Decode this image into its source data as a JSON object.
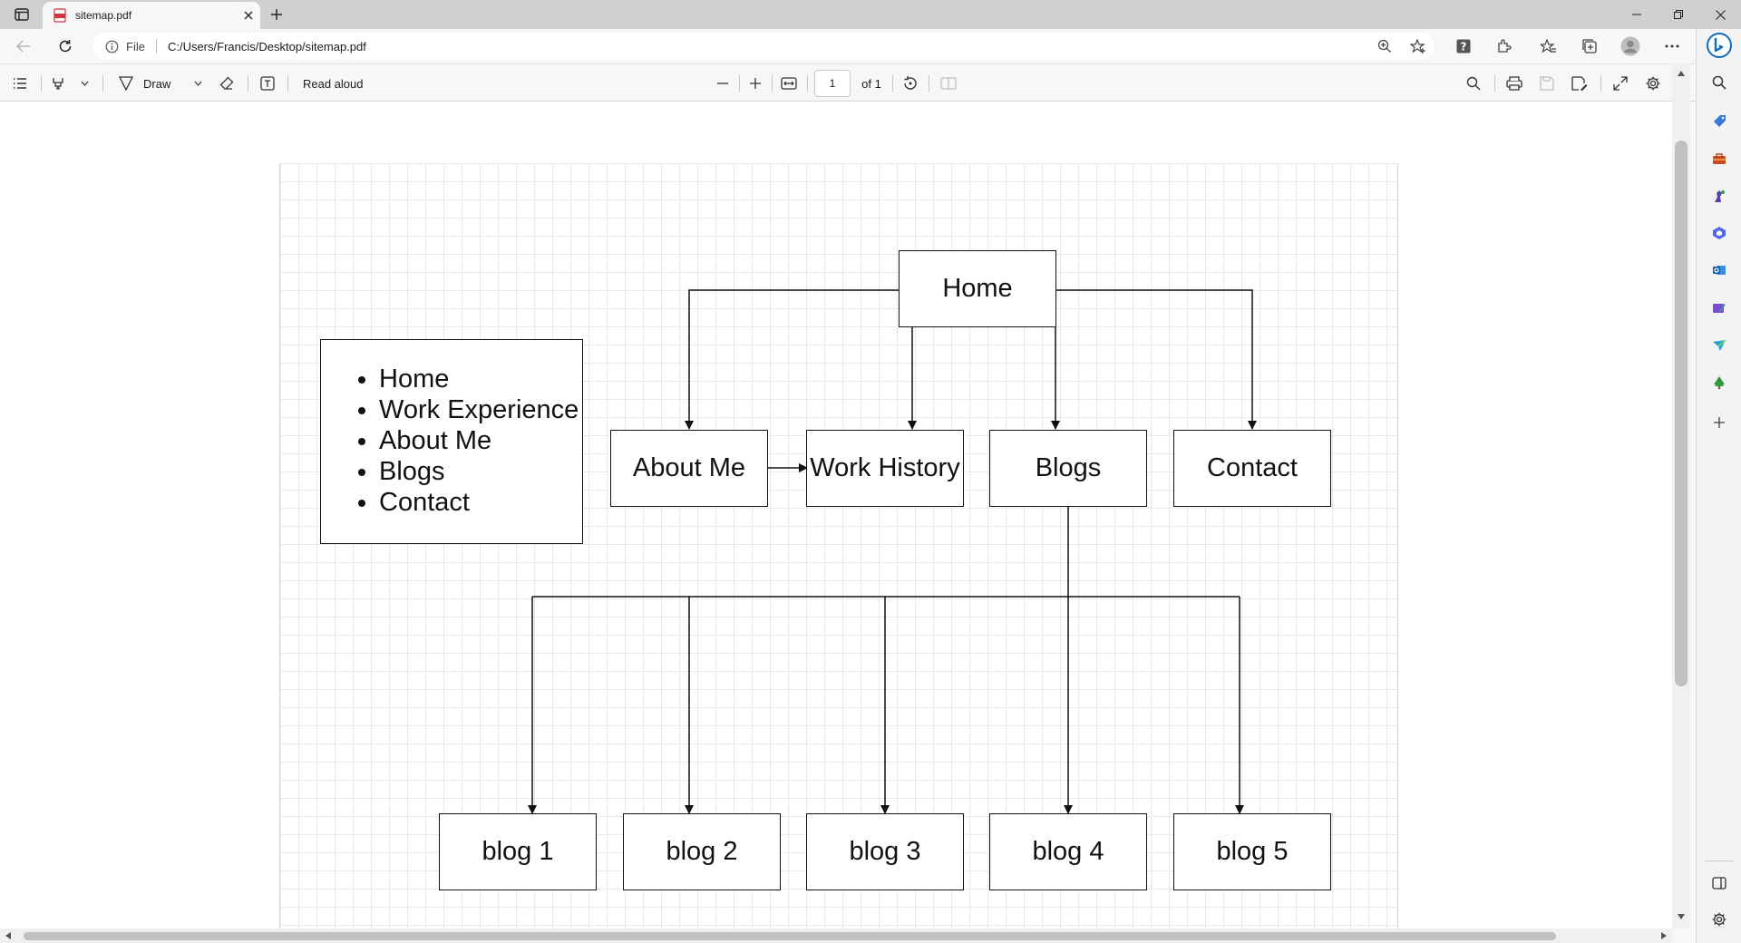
{
  "browser": {
    "tab": {
      "title": "sitemap.pdf",
      "icon": "pdf-file-icon"
    },
    "address": {
      "scheme_label": "File",
      "url": "C:/Users/Francis/Desktop/sitemap.pdf"
    }
  },
  "pdf_toolbar": {
    "draw_label": "Draw",
    "read_aloud_label": "Read aloud",
    "page_number": "1",
    "page_total": "of 1"
  },
  "sitemap": {
    "root": "Home",
    "level1": [
      "About Me",
      "Work History",
      "Blogs",
      "Contact"
    ],
    "blogs_children": [
      "blog 1",
      "blog 2",
      "blog 3",
      "blog 4",
      "blog 5"
    ],
    "nav_list": [
      "Home",
      "Work Experience",
      "About Me",
      "Blogs",
      "Contact"
    ]
  },
  "colors": {
    "accent": "#0f6cbd",
    "pdf_icon": "#d13438"
  },
  "sidebar_icons": [
    "search-icon",
    "tag-icon",
    "briefcase-icon",
    "chess-icon",
    "office-icon",
    "outlook-icon",
    "drop-icon",
    "send-icon",
    "tree-icon",
    "add-icon"
  ]
}
